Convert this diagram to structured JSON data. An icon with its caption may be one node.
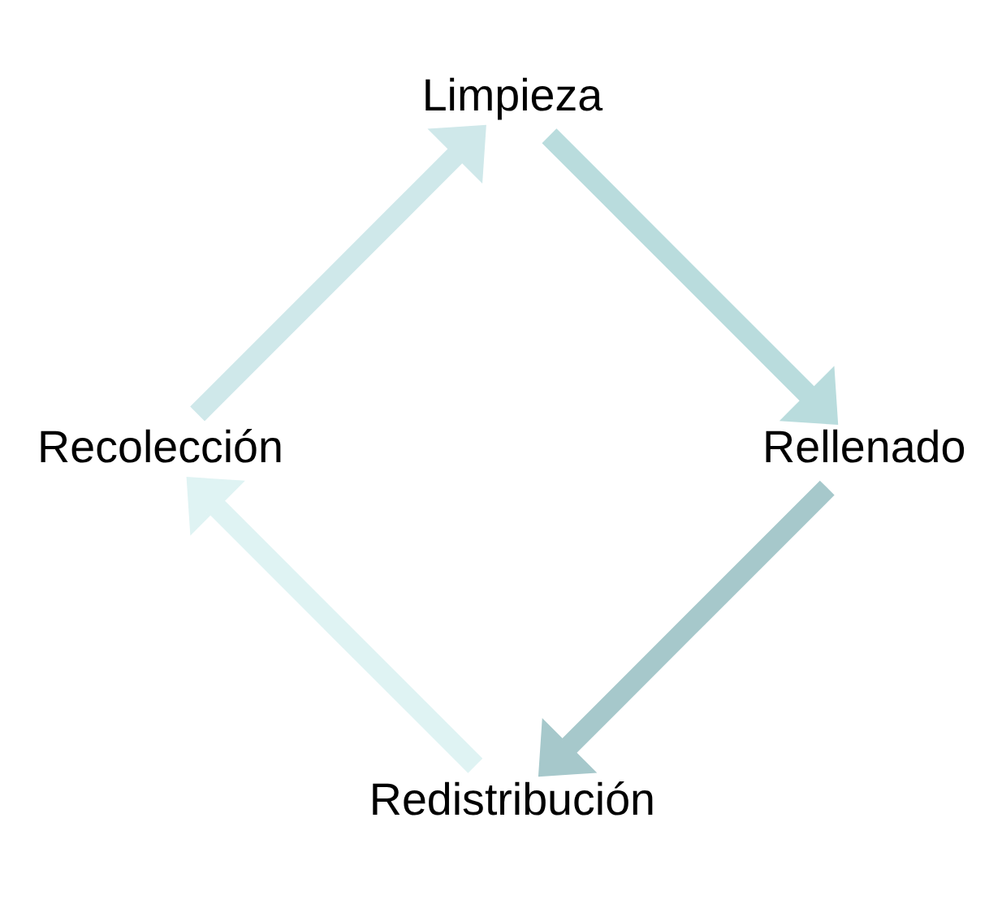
{
  "diagram": {
    "nodes": [
      {
        "text": [
          "Redistribución"
        ]
      },
      {
        "text": [
          "Recolección"
        ]
      },
      {
        "text": [
          "Limpieza"
        ]
      },
      {
        "text": [
          "Rellenado"
        ]
      }
    ],
    "edges": [
      {
        "from": 0,
        "to": 1,
        "arrow": "to",
        "color": "#dff3f3"
      },
      {
        "from": 1,
        "to": 2,
        "arrow": "to",
        "color": "#cfe8ea"
      },
      {
        "from": 2,
        "to": 3,
        "arrow": "to",
        "color": "#b9dcdd"
      },
      {
        "from": 3,
        "to": 0,
        "arrow": "to",
        "color": "#a6c8cb"
      }
    ]
  }
}
